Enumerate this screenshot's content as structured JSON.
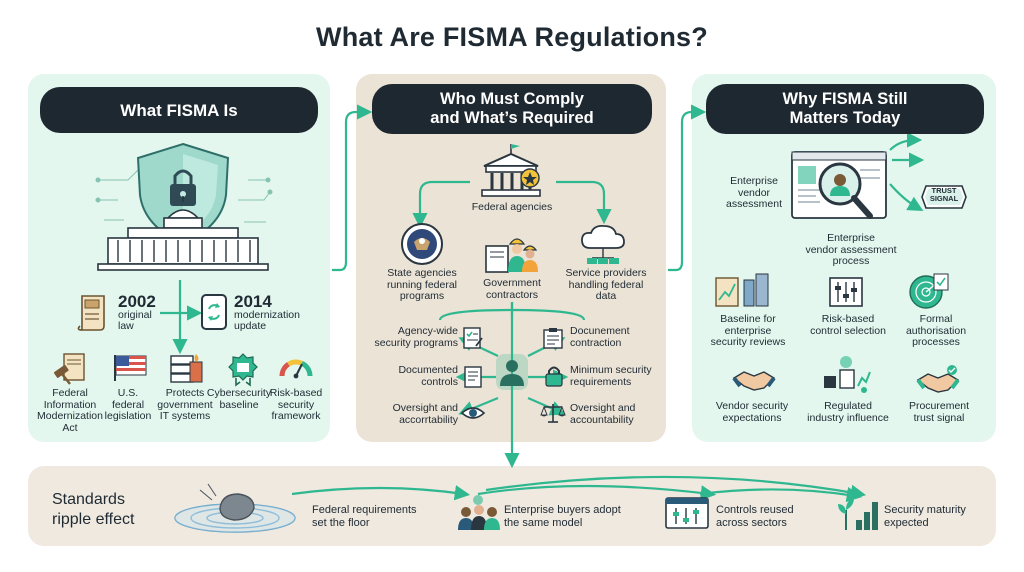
{
  "title": "What Are FISMA Regulations?",
  "colors": {
    "accent": "#2fb88f",
    "dark_pill": "#1e2830",
    "mint_panel": "#e3f7ee",
    "tan_panel": "#ebe3d6"
  },
  "left_panel": {
    "heading": "What FISMA Is",
    "year1": {
      "year": "2002",
      "line1": "original",
      "line2": "law"
    },
    "year2": {
      "year": "2014",
      "line1": "modernization",
      "line2": "update"
    },
    "items": [
      {
        "icon": "gavel-document-icon",
        "lines": [
          "Federal",
          "Information",
          "Modernization",
          "Act"
        ]
      },
      {
        "icon": "us-flag-icon",
        "lines": [
          "U.S.",
          "federal",
          "legislation"
        ]
      },
      {
        "icon": "server-firewall-icon",
        "lines": [
          "Protects",
          "government",
          "IT systems"
        ]
      },
      {
        "icon": "badge-icon",
        "lines": [
          "Cybersecurity",
          "baseline"
        ]
      },
      {
        "icon": "gauge-icon",
        "lines": [
          "Risk-based",
          "security",
          "framework"
        ]
      }
    ]
  },
  "mid_panel": {
    "heading_line1": "Who Must Comply",
    "heading_line2": "and What’s Required",
    "top_label": "Federal agencies",
    "who": [
      {
        "icon": "state-seal-icon",
        "lines": [
          "State agencies",
          "running federal",
          "programs"
        ]
      },
      {
        "icon": "contractors-icon",
        "lines": [
          "Government",
          "contractors"
        ]
      },
      {
        "icon": "cloud-provider-icon",
        "lines": [
          "Service providers",
          "handling federal",
          "data"
        ]
      }
    ],
    "requirements_left": [
      {
        "icon": "checklist-icon",
        "lines": [
          "Agency-wide",
          "security programs"
        ]
      },
      {
        "icon": "document-icon",
        "lines": [
          "Documented",
          "controls"
        ]
      },
      {
        "icon": "eye-icon",
        "lines": [
          "Oversight and",
          "accorrtability"
        ]
      }
    ],
    "requirements_right": [
      {
        "icon": "clipboard-icon",
        "lines": [
          "Docunement",
          "contraction"
        ]
      },
      {
        "icon": "lock-icon",
        "lines": [
          "Minimum security",
          "requirements"
        ]
      },
      {
        "icon": "scales-icon",
        "lines": [
          "Oversight and",
          "accountability"
        ]
      }
    ]
  },
  "right_panel": {
    "heading_line1": "Why FISMA Still",
    "heading_line2": "Matters Today",
    "vendor_label": [
      "Enterprise",
      "vendor",
      "assessment"
    ],
    "process_label": [
      "Enterprise",
      "vendor assessment",
      "process"
    ],
    "trust_signal": [
      "TRUST",
      "SIGNAL"
    ],
    "items": [
      {
        "icon": "baseline-chart-icon",
        "lines": [
          "Baseline for",
          "enterprise",
          "security reviews"
        ]
      },
      {
        "icon": "sliders-icon",
        "lines": [
          "Risk-based",
          "control selection"
        ]
      },
      {
        "icon": "radar-icon",
        "lines": [
          "Formal",
          "authorisation",
          "processes"
        ]
      },
      {
        "icon": "handshake-icon",
        "lines": [
          "Vendor security",
          "expectations"
        ]
      },
      {
        "icon": "growth-icon",
        "lines": [
          "Regulated",
          "industry influence"
        ]
      },
      {
        "icon": "handshake-check-icon",
        "lines": [
          "Procurement",
          "trust signal"
        ]
      }
    ]
  },
  "bottom_panel": {
    "label_line1": "Standards",
    "label_line2": "ripple effect",
    "steps": [
      {
        "icon": "stone-ripple-icon",
        "lines": [
          "Federal requirements",
          "set the floor"
        ]
      },
      {
        "icon": "buyers-icon",
        "lines": [
          "Enterprise buyers adopt",
          "the same model"
        ]
      },
      {
        "icon": "controls-screen-icon",
        "lines": [
          "Controls reused",
          "across sectors"
        ]
      },
      {
        "icon": "maturity-icon",
        "lines": [
          "Security maturity",
          "expected"
        ]
      }
    ]
  }
}
